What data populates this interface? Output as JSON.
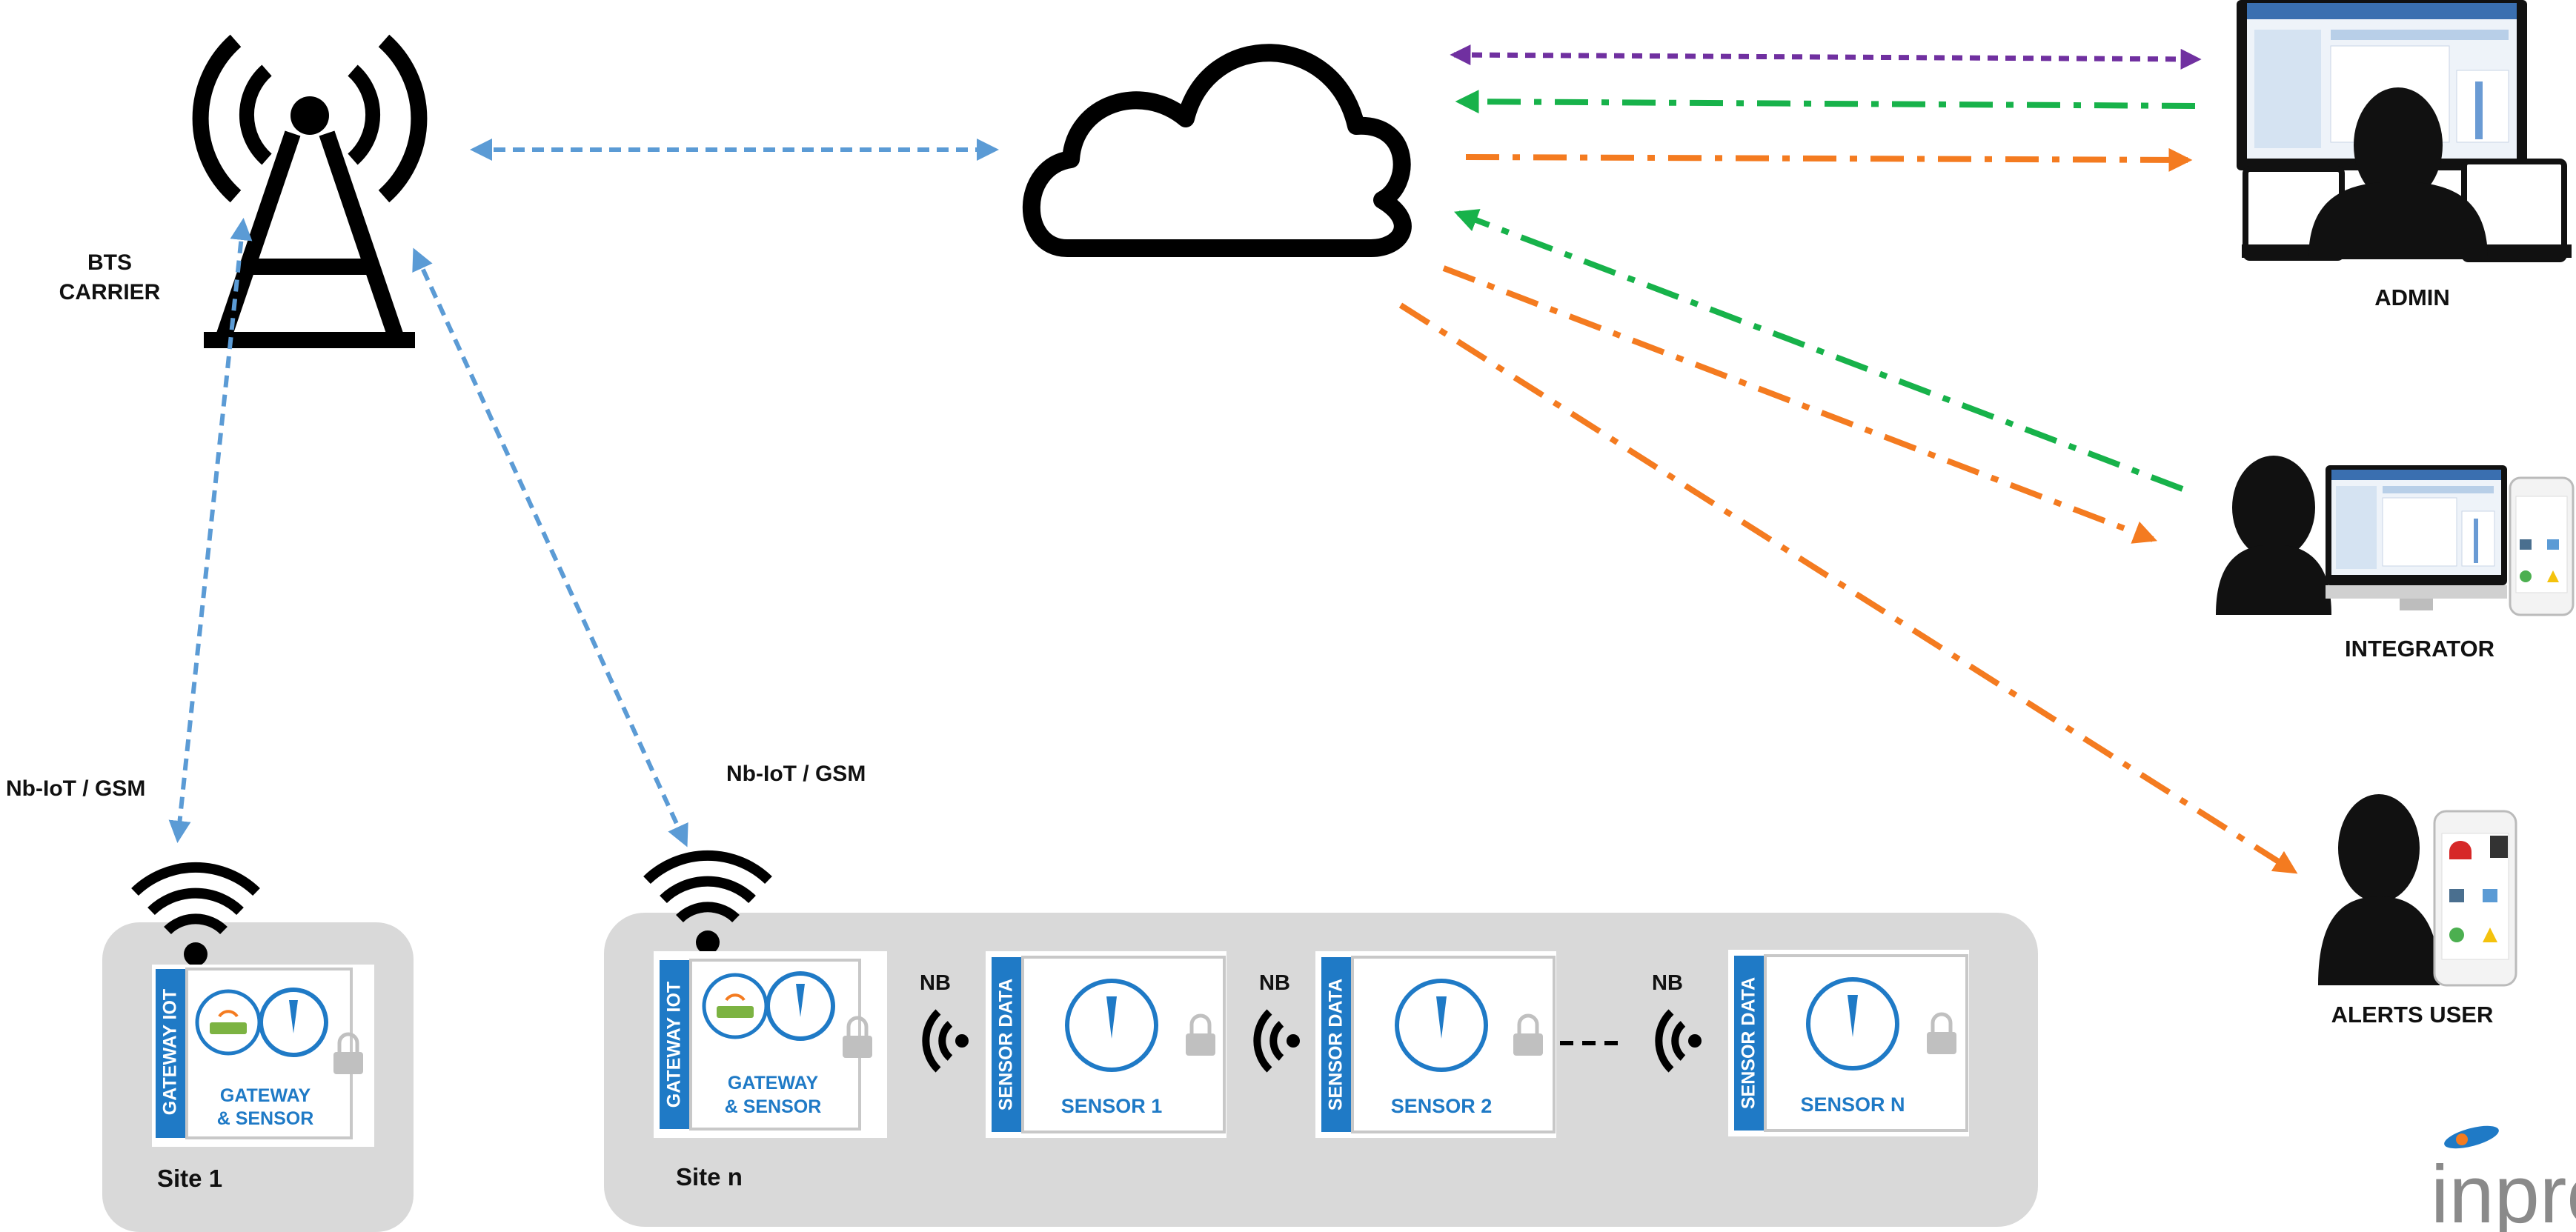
{
  "labels": {
    "bts": [
      "BTS",
      "CARRIER"
    ],
    "link_left": "Nb-IoT / GSM",
    "link_right": "Nb-IoT / GSM",
    "admin": "ADMIN",
    "integrator": "INTEGRATOR",
    "alerts_user": "ALERTS USER",
    "site1": "Site 1",
    "siten": "Site n",
    "logo": "inpro"
  },
  "nb_labels": [
    "NB",
    "NB",
    "NB"
  ],
  "devices": {
    "gateway_site1": {
      "side": "GATEWAY IOT",
      "lines": [
        "GATEWAY",
        "& SENSOR"
      ]
    },
    "gateway_siten": {
      "side": "GATEWAY IOT",
      "lines": [
        "GATEWAY",
        "& SENSOR"
      ]
    },
    "sensor1": {
      "side": "SENSOR DATA",
      "name": "SENSOR 1"
    },
    "sensor2": {
      "side": "SENSOR DATA",
      "name": "SENSOR 2"
    },
    "sensorN": {
      "side": "SENSOR DATA",
      "name": "SENSOR N"
    }
  },
  "colors": {
    "blue_link": "#5b9bd5",
    "purple": "#7030a0",
    "green": "#17b24a",
    "orange": "#f47b20",
    "device_blue": "#1f7ac6",
    "site_bg": "#d9d9d9"
  }
}
